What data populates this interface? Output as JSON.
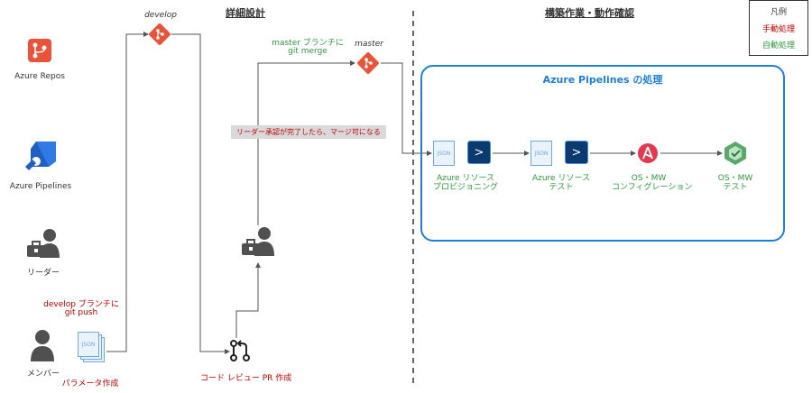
{
  "left": {
    "azure_repos": "Azure Repos",
    "azure_pipelines": "Azure Pipelines",
    "leader": "リーダー",
    "member": "メンバー",
    "push_note_line1": "develop ブランチに",
    "push_note_line2": "git push",
    "param_note": "パラメータ作成"
  },
  "design": {
    "title": "詳細設計",
    "develop_label": "develop",
    "master_label": "master",
    "merge_line1": "master ブランチに",
    "merge_line2": "git merge",
    "approval_note": "リーダー承認が完了したら、マージ可になる",
    "pr_label": "コード レビュー PR 作成"
  },
  "build": {
    "title": "構築作業・動作確認",
    "pipelines_title": "Azure Pipelines の処理",
    "steps": [
      {
        "line1": "Azure リソース",
        "line2": "プロビジョニング"
      },
      {
        "line1": "Azure リソース",
        "line2": "テスト"
      },
      {
        "line1": "OS・MW",
        "line2": "コンフィグレーション"
      },
      {
        "line1": "OS・MW",
        "line2": "テスト"
      }
    ],
    "json_text": "JSON"
  },
  "legend": {
    "title": "凡例",
    "manual": "手動処理",
    "auto": "自動処理"
  },
  "colors": {
    "manual": "#c00000",
    "auto": "#2e9a3e",
    "pipeline_border": "#1e7fd8",
    "git": "#e8533a"
  }
}
